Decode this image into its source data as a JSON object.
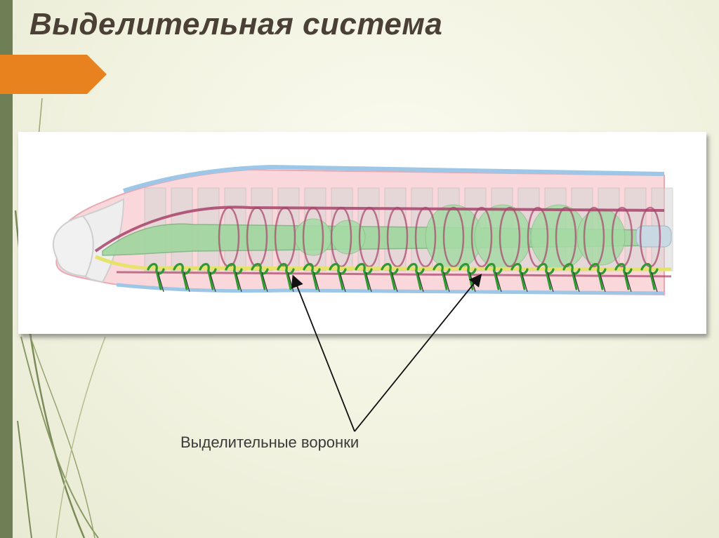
{
  "slide": {
    "title": "Выделительная система",
    "accent_color": "#e8821e",
    "bar_color": "#6f7f55"
  },
  "diagram": {
    "subject": "earthworm-longitudinal-section",
    "callout": {
      "label": "Выделительные воронки"
    },
    "colors": {
      "body": "#f6c9cf",
      "gut": "#8fcf8f",
      "vessels": "#a8436a",
      "nerve_cord": "#e6e36a",
      "nephridia": "#2f9a2f",
      "septa": "#bdbdbd",
      "cuticle": "#9ec6e6"
    }
  }
}
